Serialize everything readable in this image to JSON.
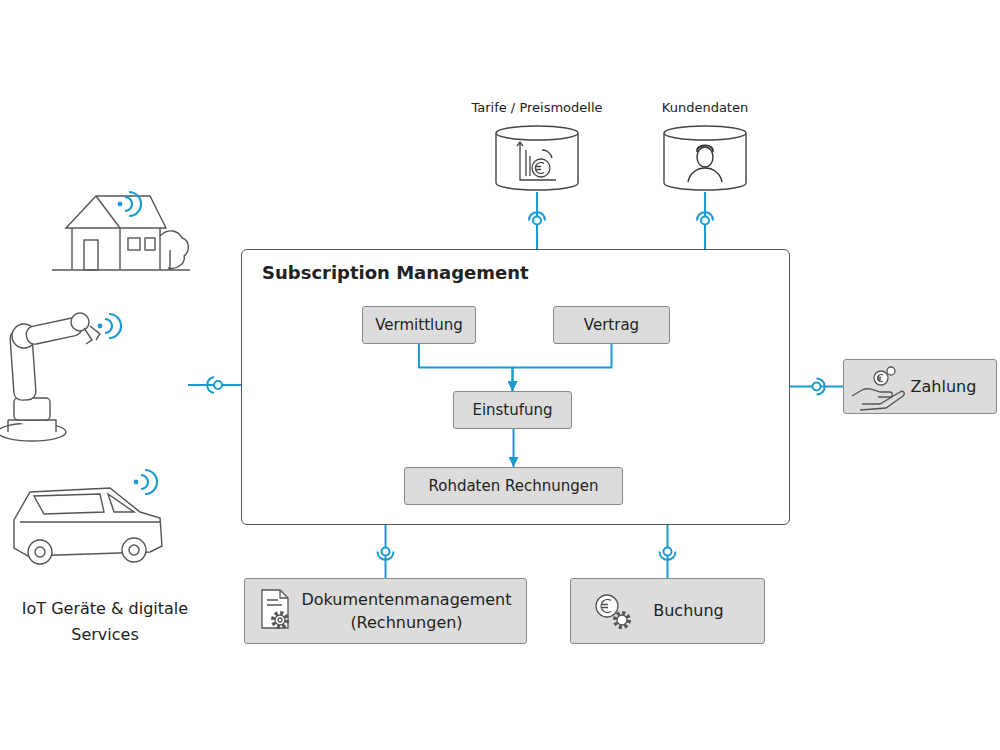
{
  "diagram": {
    "nodes": [
      {
        "text": [
          "Tarife / Preismodelle"
        ]
      },
      {
        "text": [
          "Kundendaten"
        ]
      },
      {
        "text": [
          "Subscription Management"
        ]
      },
      {
        "text": [
          "Vermittlung"
        ],
        "in": 2
      },
      {
        "text": [
          "Vertrag"
        ],
        "in": 2
      },
      {
        "text": [
          "Einstufung"
        ],
        "in": 2
      },
      {
        "text": [
          "Rohdaten Rechnungen"
        ],
        "in": 2
      },
      {
        "text": [
          "Zahlung"
        ]
      },
      {
        "text": [
          "Dokumentenmanagement (Rechnungen)"
        ]
      },
      {
        "text": [
          "Buchung"
        ]
      }
    ],
    "edges": [
      {
        "from": 3,
        "to": 5,
        "arrow": "to"
      },
      {
        "from": 4,
        "to": 5,
        "arrow": "to"
      },
      {
        "from": 5,
        "to": 6,
        "arrow": "to"
      },
      {
        "from": 2,
        "to": 0,
        "arrow": "none"
      },
      {
        "from": 2,
        "to": 1,
        "arrow": "none"
      },
      {
        "from": 2,
        "to": 7,
        "arrow": "none"
      },
      {
        "from": 2,
        "to": 8,
        "arrow": "none"
      },
      {
        "from": 2,
        "to": 9,
        "arrow": "none"
      }
    ],
    "labels": [
      "IoT Geräte & digitale Services"
    ]
  }
}
